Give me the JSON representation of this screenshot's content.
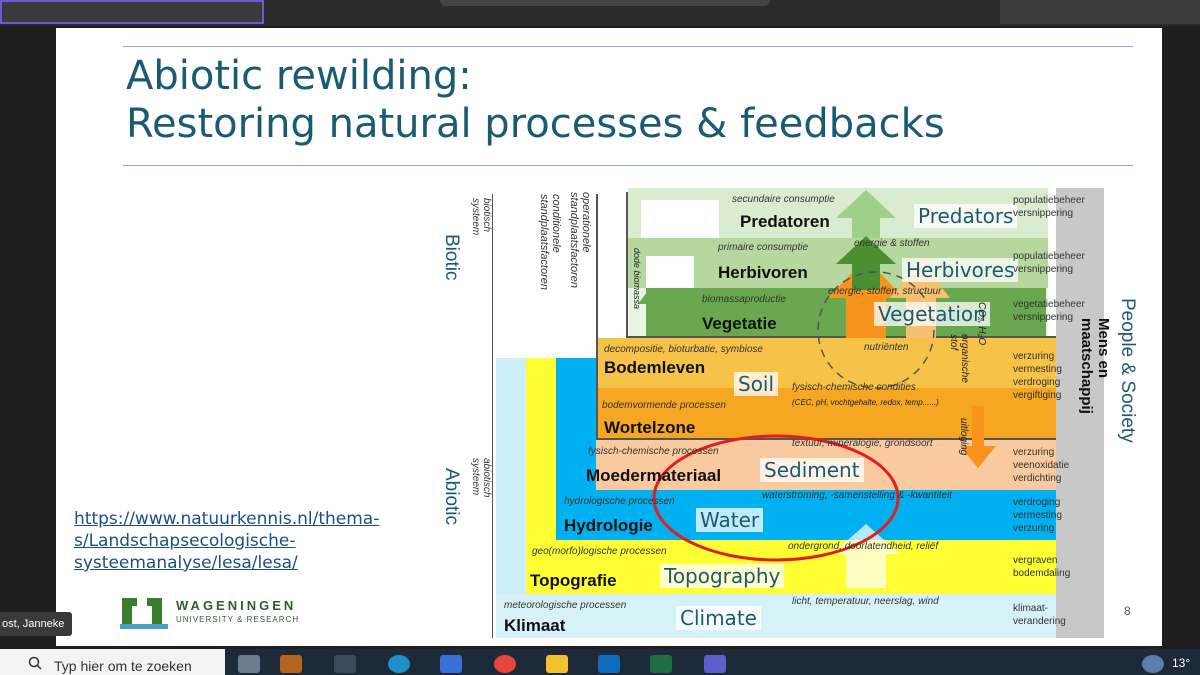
{
  "meeting": {
    "participant_name": "ost, Janneke"
  },
  "slide": {
    "title_line1": "Abiotic rewilding:",
    "title_line2": "Restoring natural processes & feedbacks",
    "link": [
      "https://www.natuurkennis.nl/thema-",
      "s/Landschapsecologische-",
      "systeemanalyse/lesa/lesa/"
    ],
    "logo_line1": "WAGENINGEN",
    "logo_line2": "UNIVERSITY & RESEARCH",
    "page_number": "8",
    "side_left_biotic": "Biotic",
    "side_left_abiotic": "Abiotic",
    "side_right": "People & Society",
    "diagram": {
      "axis_biotisch": "biotisch systeem",
      "axis_abiotisch": "abiotisch systeem",
      "axis_conditionele": "conditionele standplaatsfactoren",
      "axis_operationele": "operationele standplaatsfactoren",
      "dode_biomassa": "dode biomassa",
      "mens_en_maatschappij": "Mens en maatschappij",
      "layers": [
        {
          "process": "secundaire consumptie",
          "name": "Predatoren",
          "english": "Predators",
          "human": [
            "populatiebeheer",
            "versnippering"
          ]
        },
        {
          "process": "primaire consumptie",
          "name": "Herbivoren",
          "english": "Herbivores",
          "human": [
            "populatiebeheer",
            "versnippering"
          ]
        },
        {
          "process": "biomassaproductie",
          "name": "Vegetatie",
          "english": "Vegetation",
          "human": [
            "vegetatiebeheer",
            "versnippering"
          ]
        },
        {
          "process": "decompositie, bioturbatie, symbiose",
          "name": "Bodemleven",
          "english": "Soil",
          "human": [
            "verzuring",
            "vermesting",
            "verdroging",
            "vergiftiging"
          ]
        },
        {
          "process": "bodemvormende processen",
          "name": "Wortelzone",
          "english": "",
          "human": []
        },
        {
          "process": "fysisch-chemische processen",
          "name": "Moedermateriaal",
          "english": "Sediment",
          "human": [
            "verzuring",
            "veenoxidatie",
            "verdichting"
          ]
        },
        {
          "process": "hydrologische processen",
          "name": "Hydrologie",
          "english": "Water",
          "human": [
            "verdroging",
            "vermesting",
            "verzuring"
          ]
        },
        {
          "process": "geo(morfo)logische processen",
          "name": "Topografie",
          "english": "Topography",
          "human": [
            "vergraven",
            "bodemdaling"
          ]
        },
        {
          "process": "meteorologische processen",
          "name": "Klimaat",
          "english": "Climate",
          "human": [
            "klimaat-",
            "verandering"
          ]
        }
      ],
      "flow_energie_stoffen": "energie & stoffen",
      "flow_energie_structuur": "energie, stoffen, structuur",
      "nutrienten": "nutriënten",
      "organische_stof": "organische stof",
      "co2": "CO₂, H₂O",
      "uitloging": "uitloging",
      "fysisch_chemische_condities": "fysisch-chemische condities",
      "condities_detail": "(CEC, pH, vochtgehalte, redox, temp......)",
      "textuur": "textuur, mineralogie, grondsoort",
      "waterstroming": "waterstroming, -samenstelling & -kwantiteit",
      "ondergrond": "ondergrond, doorlatendheid, reliëf",
      "licht": "licht, temperatuur, neerslag, wind"
    }
  },
  "taskbar": {
    "search_placeholder": "Typ hier om te zoeken",
    "temperature": "13°"
  },
  "colors": {
    "title": "#1a5a73",
    "predator_band": "#d9ecd0",
    "herbivore_band": "#b6d89e",
    "vegetation_band": "#6aa84f",
    "soil_band": "#f5a623",
    "wortel_band": "#f6b04a",
    "sediment_band": "#f9c9a0",
    "water_band": "#00b0f0",
    "topo_band": "#ffff33",
    "climate_band": "#d6f2f7",
    "side_gray": "#c8c8c8",
    "highlight_circle": "#e02020"
  }
}
